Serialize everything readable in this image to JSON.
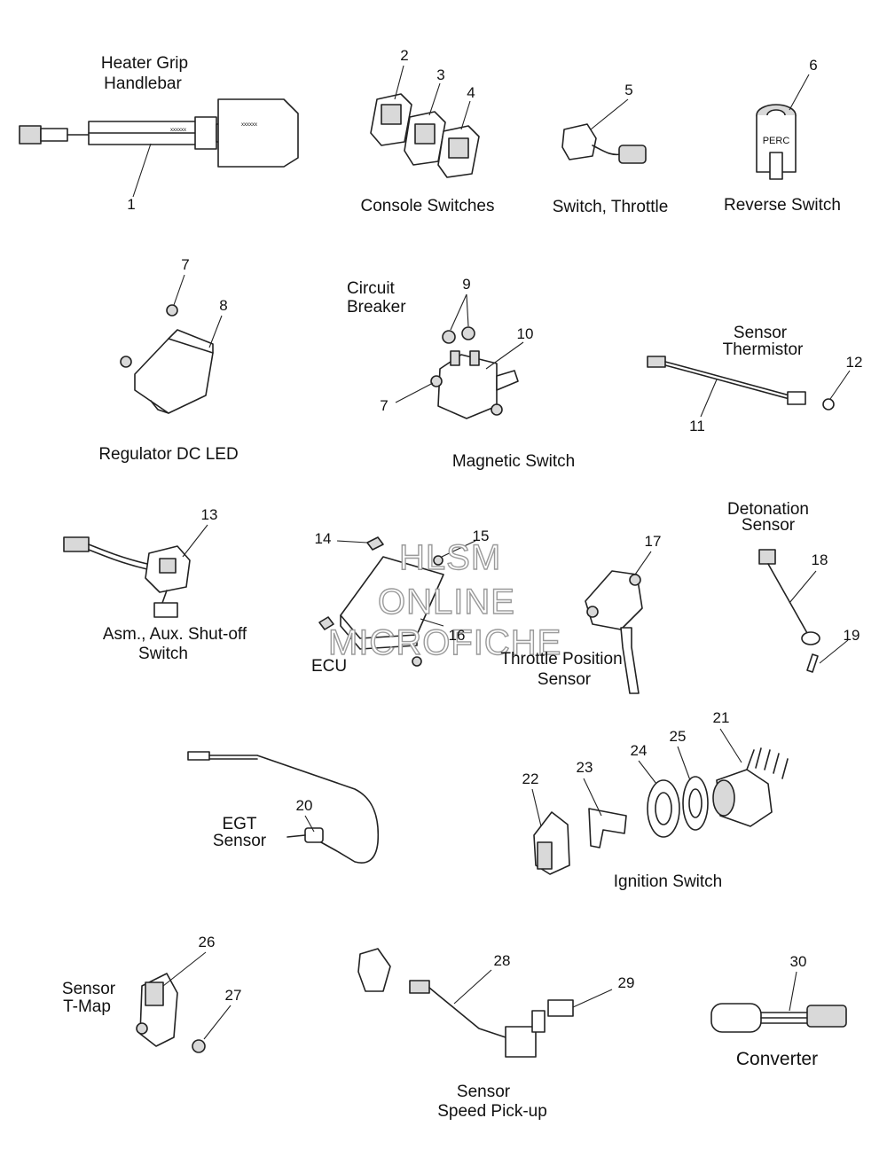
{
  "labels": {
    "heater_grip": [
      "Heater Grip",
      "Handlebar"
    ],
    "console_switches": "Console Switches",
    "switch_throttle": "Switch, Throttle",
    "reverse_switch": "Reverse Switch",
    "perc": "PERC",
    "circuit_breaker": [
      "Circuit",
      "Breaker"
    ],
    "sensor_thermistor": [
      "Sensor",
      "Thermistor"
    ],
    "regulator": "Regulator DC LED",
    "magnetic_switch": "Magnetic Switch",
    "detonation_sensor": [
      "Detonation",
      "Sensor"
    ],
    "aux_shutoff": [
      "Asm., Aux. Shut-off",
      "Switch"
    ],
    "ecu": "ECU",
    "throttle_position": [
      "Throttle Position",
      "Sensor"
    ],
    "egt_sensor": [
      "EGT",
      "Sensor"
    ],
    "ignition_switch": "Ignition Switch",
    "sensor_tmap": [
      "Sensor",
      "T-Map"
    ],
    "speed_pickup": [
      "Sensor",
      "Speed Pick-up"
    ],
    "converter": "Converter"
  },
  "part_numbers": {
    "p1": "1",
    "p2": "2",
    "p3": "3",
    "p4": "4",
    "p5": "5",
    "p6": "6",
    "p7a": "7",
    "p7b": "7",
    "p8": "8",
    "p9": "9",
    "p10": "10",
    "p11": "11",
    "p12": "12",
    "p13": "13",
    "p14": "14",
    "p15": "15",
    "p16": "16",
    "p17": "17",
    "p18": "18",
    "p19": "19",
    "p20": "20",
    "p21": "21",
    "p22": "22",
    "p23": "23",
    "p24": "24",
    "p25": "25",
    "p26": "26",
    "p27": "27",
    "p28": "28",
    "p29": "29",
    "p30": "30"
  },
  "watermark": [
    "HLSM",
    "ONLINE",
    "MICROFICHE"
  ],
  "colors": {
    "line": "#222222",
    "watermark_outline": "#9a9a9a",
    "background": "#ffffff"
  }
}
